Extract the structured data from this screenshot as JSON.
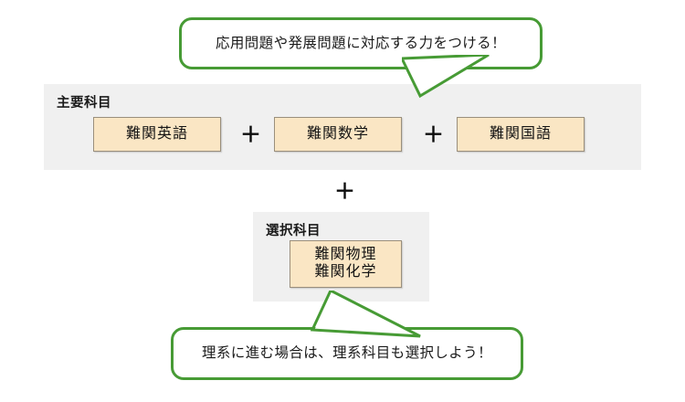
{
  "callouts": {
    "top": {
      "text": "応用問題や発展問題に対応する力をつける！",
      "accent_color": "#479b35"
    },
    "bottom": {
      "text": "理系に進む場合は、理系科目も選択しよう！",
      "accent_color": "#479b35"
    }
  },
  "groups": {
    "core": {
      "title": "主要科目",
      "panel_color": "#f0f0f0",
      "subjects": [
        {
          "label": "難関英語"
        },
        {
          "label": "難関数学"
        },
        {
          "label": "難関国語"
        }
      ],
      "operators": [
        "＋",
        "＋"
      ]
    },
    "elective": {
      "title": "選択科目",
      "panel_color": "#f0f0f0",
      "subjects": [
        {
          "label": "難関物理\n難関化学"
        }
      ]
    }
  },
  "operators": {
    "between_groups": "＋"
  },
  "styles": {
    "chip_fill": "#fae6c4",
    "chip_border": "#9a8f7c",
    "text_color": "#1a1a1a"
  }
}
